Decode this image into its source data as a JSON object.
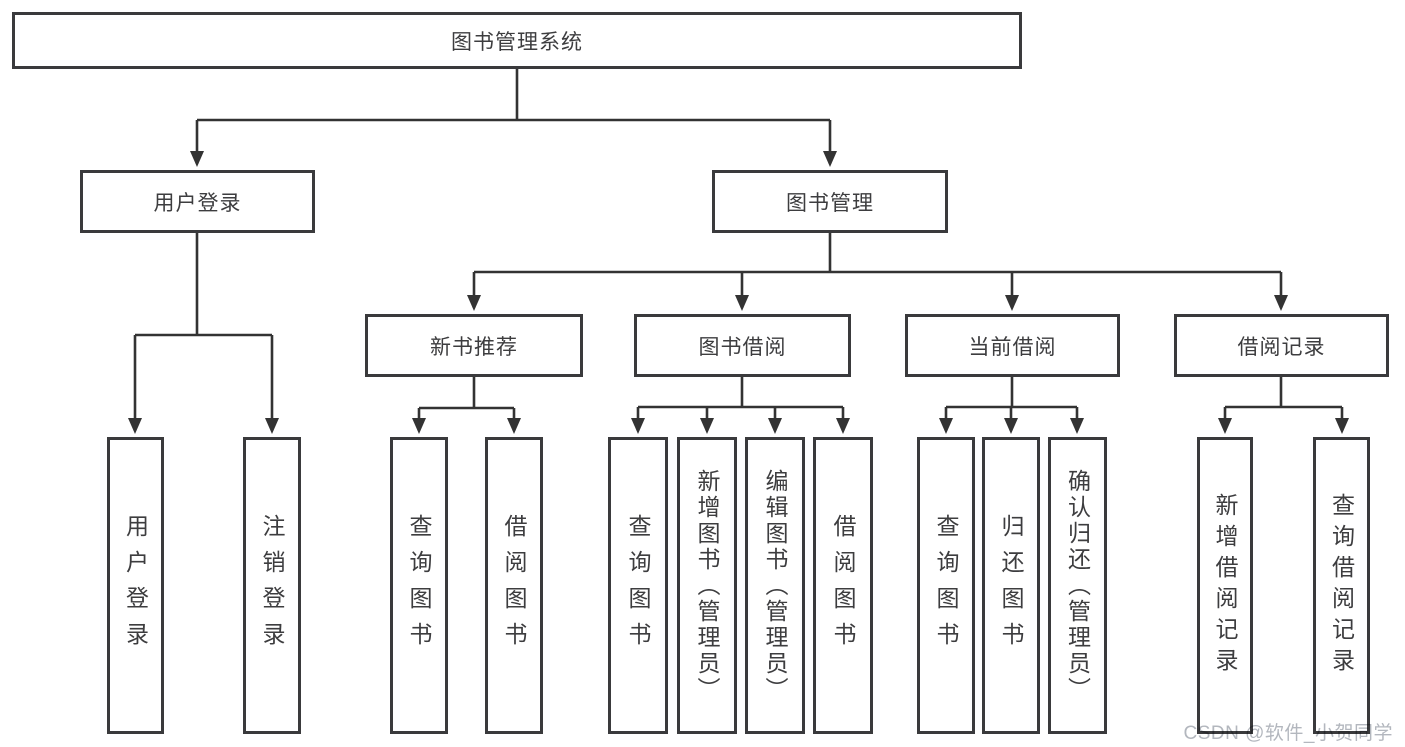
{
  "diagram": {
    "type": "hierarchy-tree",
    "colors": {
      "background": "#ffffff",
      "line": "#333333",
      "box_border": "#3a3a3c",
      "text": "#3d3d3f",
      "watermark": "#b3b7be"
    },
    "tree": {
      "root": {
        "label": "图书管理系统",
        "children": [
          {
            "label": "用户登录",
            "children": [
              {
                "label": "用户登录"
              },
              {
                "label": "注销登录"
              }
            ]
          },
          {
            "label": "图书管理",
            "children": [
              {
                "label": "新书推荐",
                "children": [
                  {
                    "label": "查询图书"
                  },
                  {
                    "label": "借阅图书"
                  }
                ]
              },
              {
                "label": "图书借阅",
                "children": [
                  {
                    "label": "查询图书"
                  },
                  {
                    "label": "新增图书（管理员）"
                  },
                  {
                    "label": "编辑图书（管理员）"
                  },
                  {
                    "label": "借阅图书"
                  }
                ]
              },
              {
                "label": "当前借阅",
                "children": [
                  {
                    "label": "查询图书"
                  },
                  {
                    "label": "归还图书"
                  },
                  {
                    "label": "确认归还（管理员）"
                  }
                ]
              },
              {
                "label": "借阅记录",
                "children": [
                  {
                    "label": "新增借阅记录"
                  },
                  {
                    "label": "查询借阅记录"
                  }
                ]
              }
            ]
          }
        ]
      }
    },
    "watermark": {
      "text": "CSDN @软件_小贺同学"
    }
  }
}
